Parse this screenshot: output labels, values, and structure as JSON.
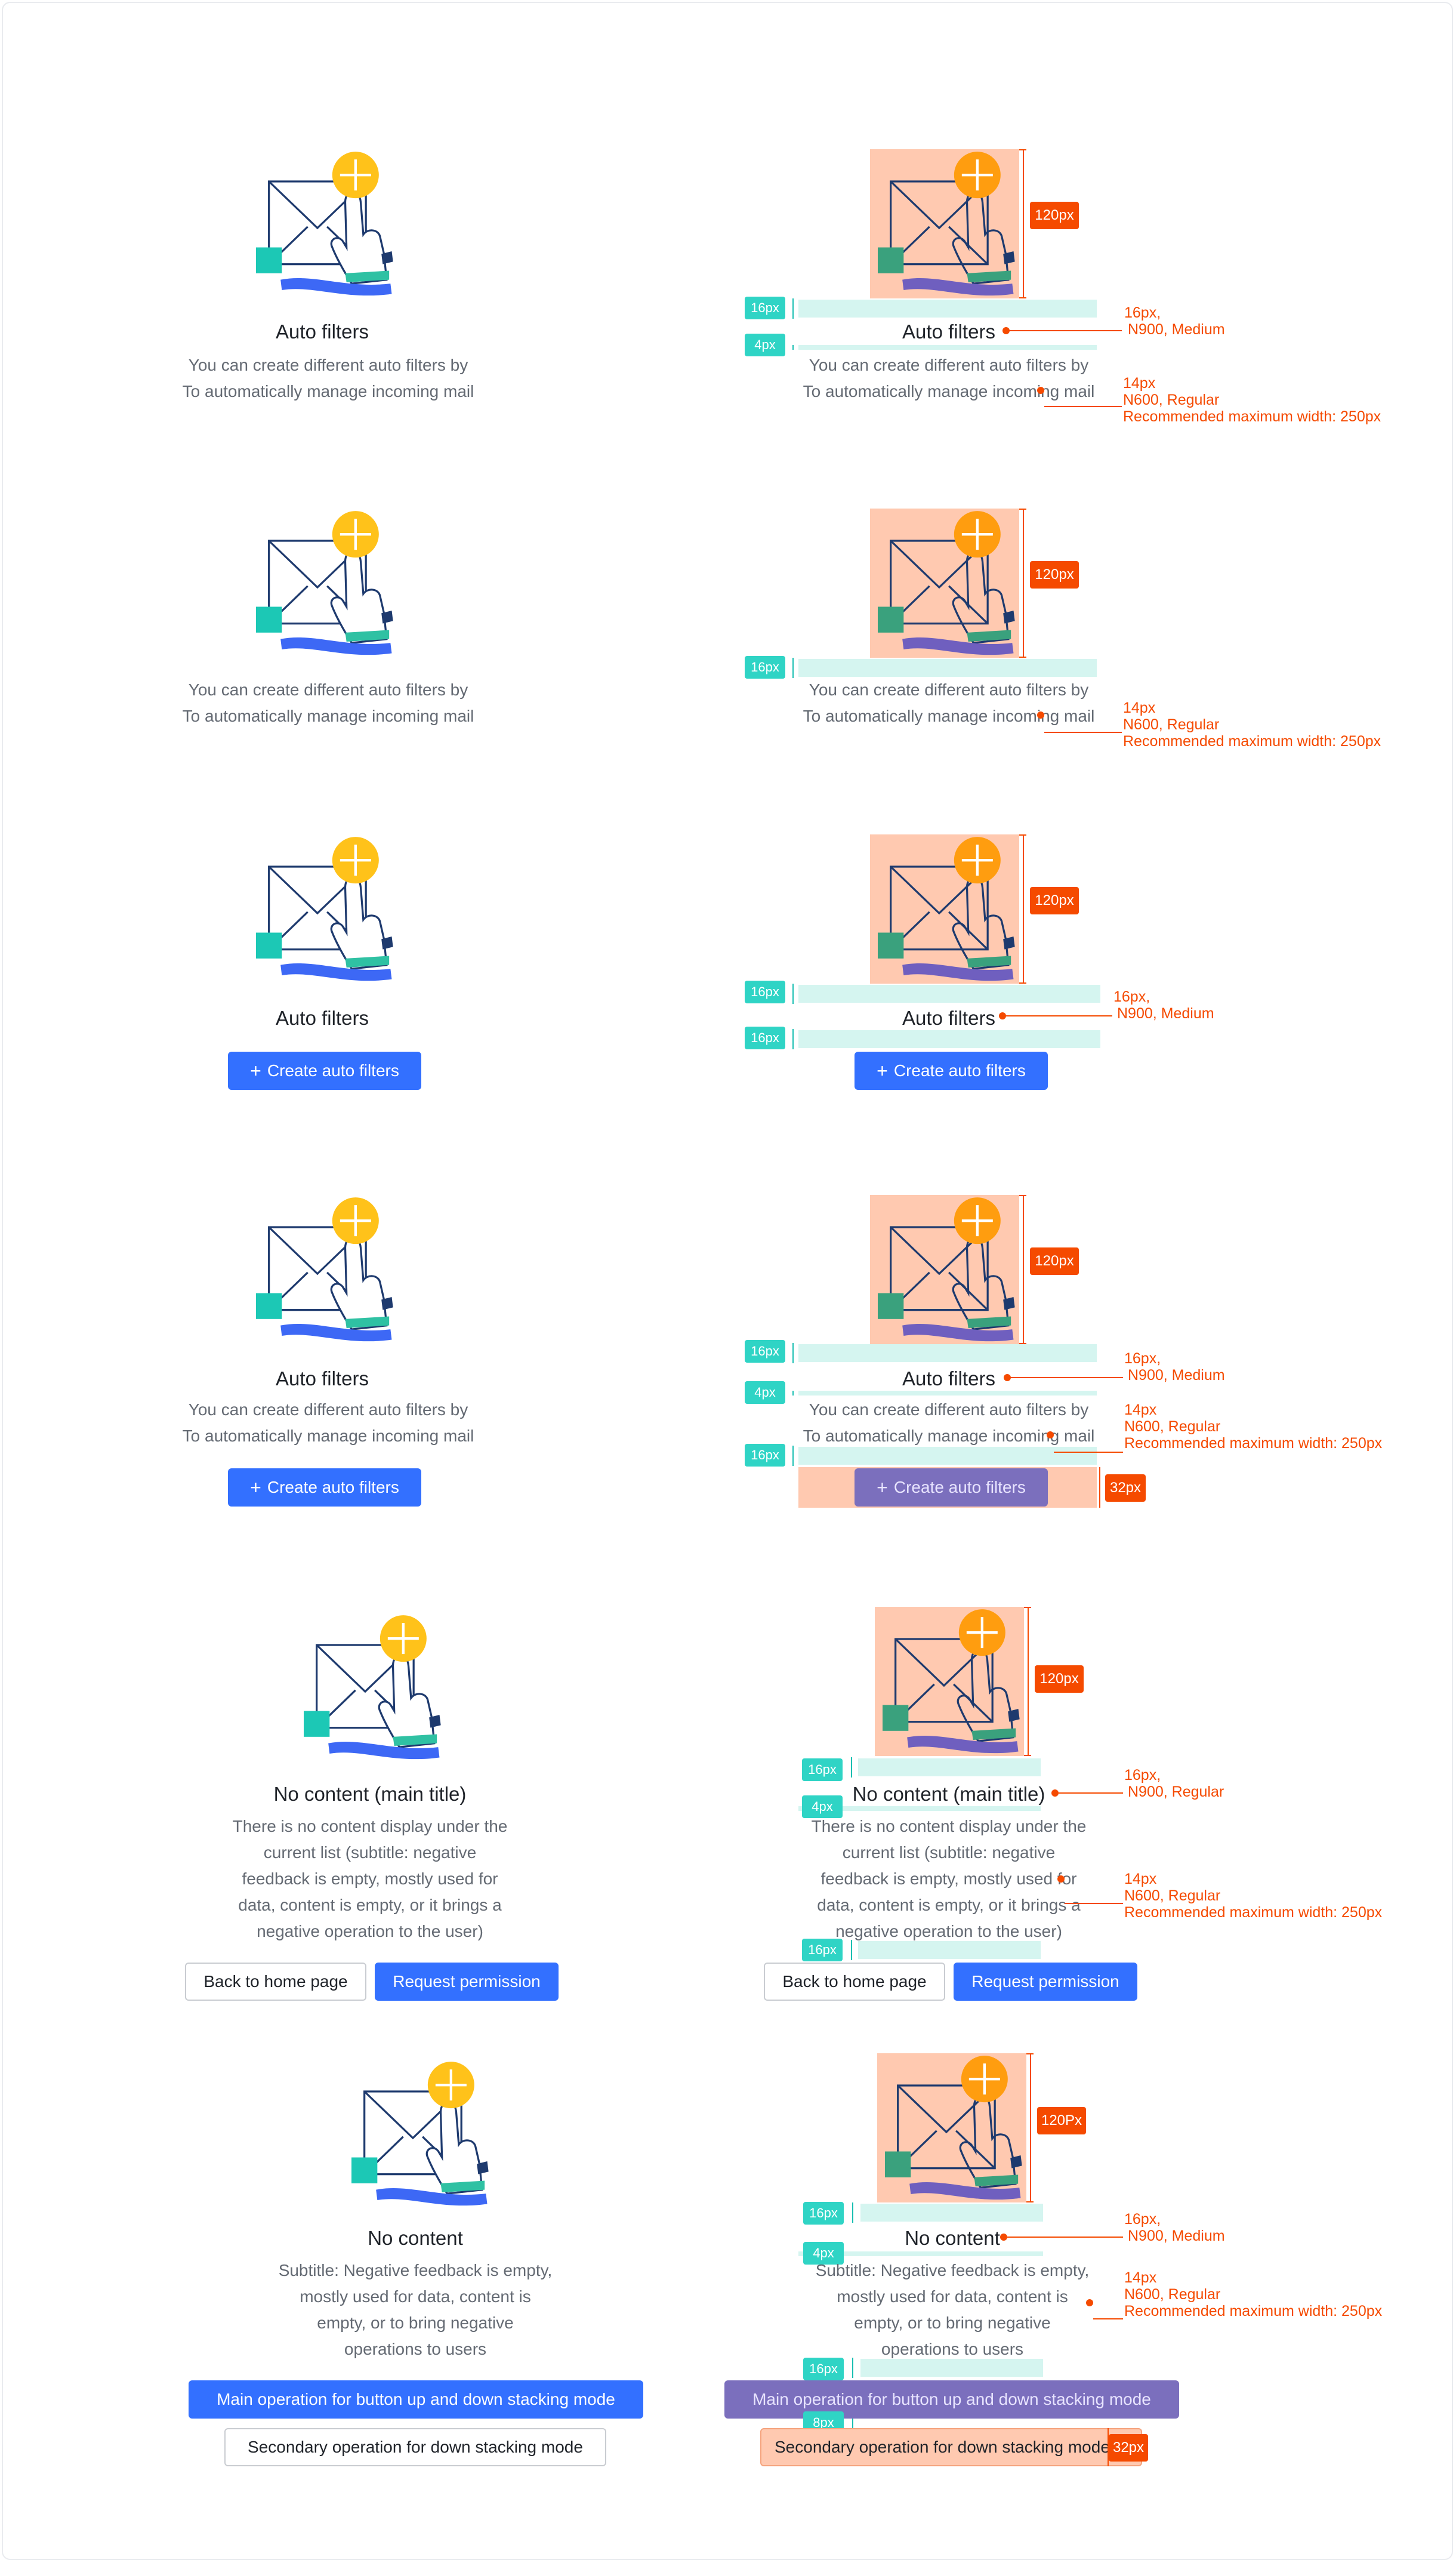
{
  "colors": {
    "primary": "#3370ff",
    "title": "#1f2329",
    "subtitle": "#646a73",
    "annotation": "#f54a00",
    "spacing_tag": "#2fd4c5",
    "illustration_area": "#ffc9b0"
  },
  "icons": [
    "mail-auto-filter-illustration",
    "plus-icon"
  ],
  "sections": [
    {
      "title": "Auto filters",
      "subtitle_lines": [
        "You can create different auto filters by",
        "To automatically manage incoming mail"
      ],
      "spacing_tags": [
        "16px",
        "4px"
      ],
      "illustration_size": "120px",
      "title_annotation": [
        "16px,",
        "N900, Medium"
      ],
      "subtitle_annotation": [
        "14px",
        "N600, Regular",
        "Recommended maximum width: 250px"
      ]
    },
    {
      "subtitle_lines": [
        "You can create different auto filters by",
        "To automatically manage incoming mail"
      ],
      "spacing_tags": [
        "16px"
      ],
      "illustration_size": "120px",
      "subtitle_annotation": [
        "14px",
        "N600, Regular",
        "Recommended maximum width: 250px"
      ]
    },
    {
      "title": "Auto filters",
      "button": "Create auto filters",
      "spacing_tags": [
        "16px",
        "16px"
      ],
      "illustration_size": "120px",
      "title_annotation": [
        "16px,",
        "N900, Medium"
      ]
    },
    {
      "title": "Auto filters",
      "subtitle_lines": [
        "You can create different auto filters by",
        "To automatically manage incoming mail"
      ],
      "button": "Create auto filters",
      "spacing_tags": [
        "16px",
        "4px",
        "16px"
      ],
      "illustration_size": "120px",
      "button_size": "32px",
      "title_annotation": [
        "16px,",
        "N900, Medium"
      ],
      "subtitle_annotation": [
        "14px",
        "N600, Regular",
        "Recommended maximum width: 250px"
      ]
    },
    {
      "title": "No content (main title)",
      "subtitle_lines": [
        "There is no content display under the",
        "current list (subtitle: negative",
        "feedback is empty, mostly used for",
        "data, content is empty, or it brings a",
        "negative operation to the user)"
      ],
      "secondary_button": "Back to home page",
      "primary_button": "Request permission",
      "spacing_tags": [
        "16px",
        "4px",
        "16px"
      ],
      "illustration_size": "120px",
      "title_annotation": [
        "16px,",
        "N900, Regular"
      ],
      "subtitle_annotation": [
        "14px",
        "N600, Regular",
        "Recommended maximum width: 250px"
      ]
    },
    {
      "title": "No content",
      "subtitle_lines": [
        "Subtitle: Negative feedback is empty,",
        "mostly used for data, content is",
        "empty, or to bring negative",
        "operations to users"
      ],
      "primary_button": "Main operation for button up and down stacking mode",
      "secondary_button": "Secondary operation for down stacking mode",
      "spacing_tags": [
        "16px",
        "4px",
        "16px",
        "8px"
      ],
      "illustration_size": "120Px",
      "button_size": "32px",
      "title_annotation": [
        "16px,",
        "N900, Medium"
      ],
      "subtitle_annotation": [
        "14px",
        "N600, Regular",
        "Recommended maximum width: 250px"
      ]
    }
  ]
}
